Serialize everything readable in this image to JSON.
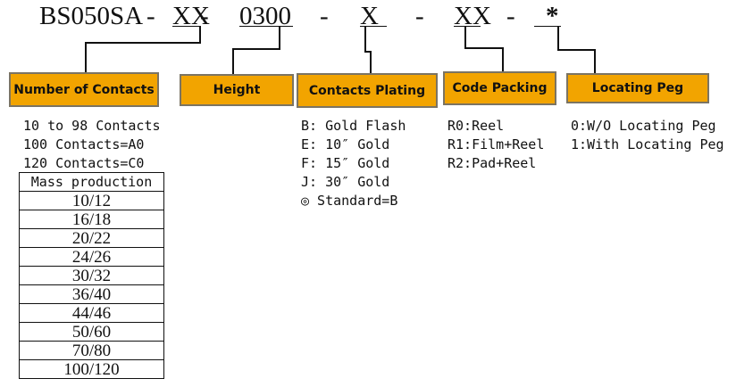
{
  "part_number": {
    "prefix": "BS050SA",
    "sep1": "-",
    "contacts_code": "XX",
    "sep2": "-",
    "height_code": "0300",
    "sep3": "-",
    "plating_code": "X",
    "sep4": "-",
    "packing_code": "XX",
    "sep5": "-",
    "peg_code": "*"
  },
  "categories": {
    "number_of_contacts": {
      "label": "Number of Contacts",
      "lines": [
        "10 to 98 Contacts",
        "100 Contacts=A0",
        "120 Contacts=C0"
      ],
      "table_header": "Mass production",
      "table_rows": [
        "10/12",
        "16/18",
        "20/22",
        "24/26",
        "30/32",
        "36/40",
        "44/46",
        "50/60",
        "70/80",
        "100/120"
      ]
    },
    "height": {
      "label": "Height"
    },
    "contacts_plating": {
      "label": "Contacts Plating",
      "lines": [
        "B: Gold Flash",
        "E: 10″ Gold",
        "F: 15″ Gold",
        "J: 30″ Gold",
        "◎ Standard=B"
      ]
    },
    "code_packing": {
      "label": "Code Packing",
      "lines": [
        "R0:Reel",
        "R1:Film+Reel",
        "R2:Pad+Reel"
      ]
    },
    "locating_peg": {
      "label": "Locating Peg",
      "lines": [
        "0:W/O Locating Peg",
        "1:With Locating Peg"
      ]
    }
  },
  "colors": {
    "box_fill": "#f2a400",
    "box_border": "#7b7463",
    "line": "#111111"
  }
}
